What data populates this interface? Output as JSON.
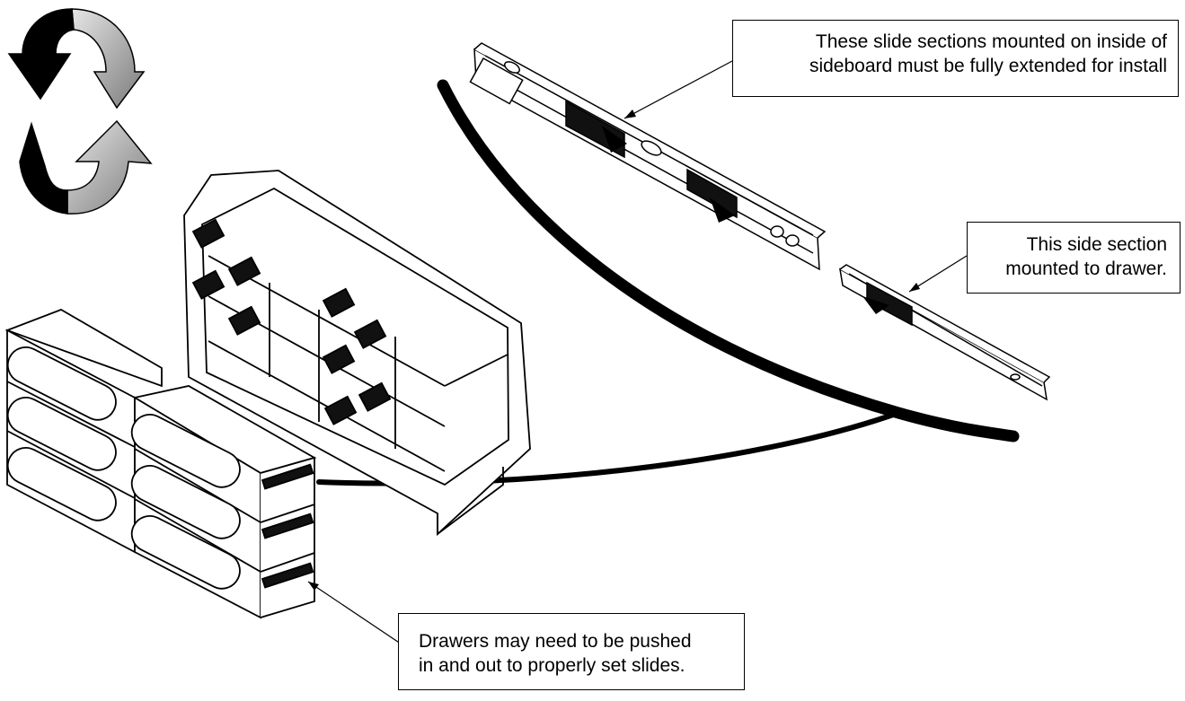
{
  "callouts": {
    "slides_sideboard": {
      "line1": "These slide sections mounted on inside of",
      "line2": "sideboard must be fully extended for install"
    },
    "slide_drawer": {
      "line1": "This side section",
      "line2": "mounted to drawer."
    },
    "drawers": {
      "line1": "Drawers may need to be pushed",
      "line2": "in and out to properly set slides."
    }
  },
  "colors": {
    "ink": "#000000",
    "paper": "#ffffff",
    "gray_arrow": "#9a9a9a"
  },
  "icons": [
    "rotate-arrows-icon",
    "rotate-arrows-icon"
  ]
}
